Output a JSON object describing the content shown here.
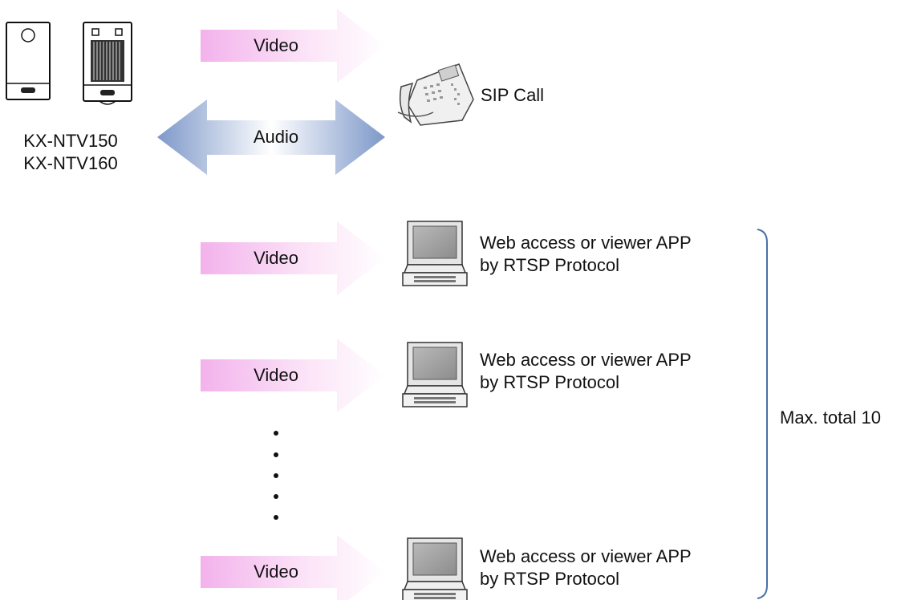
{
  "devices": {
    "models": [
      "KX-NTV150",
      "KX-NTV160"
    ]
  },
  "arrows": {
    "video_top": "Video",
    "audio": "Audio",
    "video_1": "Video",
    "video_2": "Video",
    "video_3": "Video"
  },
  "targets": {
    "sip_call": "SIP Call",
    "pc_line1": "Web access or viewer APP",
    "pc_line2": "by RTSP Protocol"
  },
  "bracket": {
    "label": "Max. total 10"
  },
  "colors": {
    "video_arrow": "#f4b8ee",
    "audio_arrow": "#7f9ccc",
    "bracket": "#4a6fa5"
  }
}
